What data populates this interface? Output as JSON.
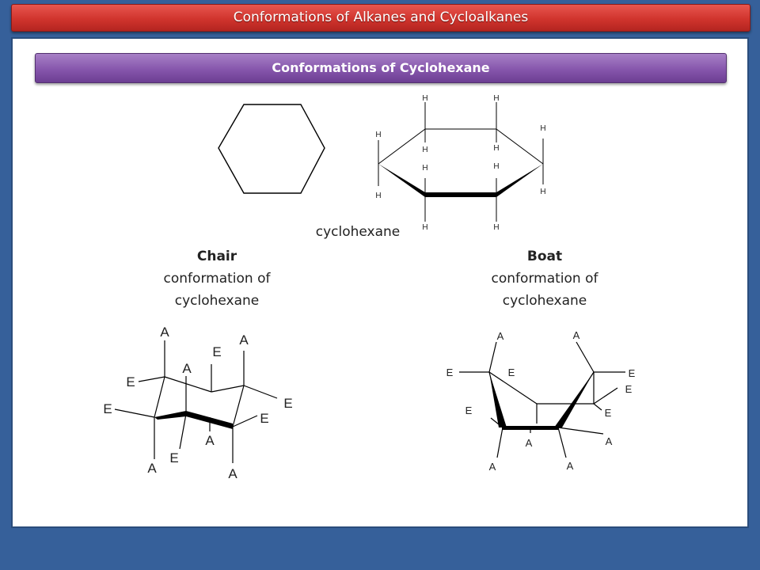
{
  "header": {
    "title": "Conformations of Alkanes and Cycloalkanes"
  },
  "section": {
    "title": "Conformations of Cyclohexane"
  },
  "molecule": {
    "name": "cyclohexane",
    "atom_label": "H"
  },
  "chair": {
    "heading": "Chair",
    "line1": "conformation of",
    "line2": "cyclohexane",
    "axial_label": "A",
    "equatorial_label": "E"
  },
  "boat": {
    "heading": "Boat",
    "line1": "conformation of",
    "line2": "cyclohexane",
    "axial_label": "A",
    "equatorial_label": "E"
  },
  "colors": {
    "background": "#36609a",
    "title_bar": "#d0342d",
    "subtitle_bar": "#8656ac",
    "panel": "#ffffff"
  }
}
